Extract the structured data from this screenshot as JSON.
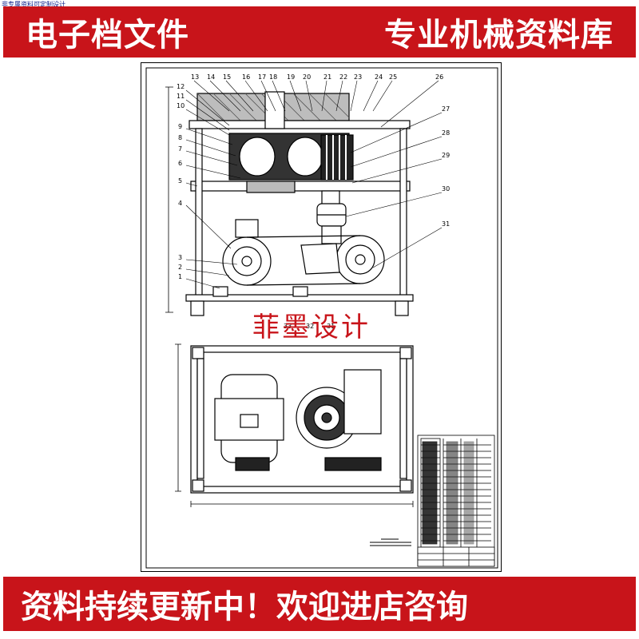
{
  "caption": "非专属资料可定制设计",
  "banner_top": {
    "left_text": "电子档文件",
    "right_text": "专业机械资料库"
  },
  "banner_bottom": {
    "text": "资料持续更新中！欢迎进店咨询"
  },
  "watermark": "菲墨设计",
  "colors": {
    "banner": "#c8141a",
    "watermark": "#c8141a",
    "caption": "#0b1f8a"
  },
  "drawing": {
    "top_labels": [
      "13",
      "14",
      "15",
      "16",
      "17",
      "18",
      "19",
      "20",
      "21",
      "22",
      "23",
      "24",
      "25",
      "26"
    ],
    "left_labels": [
      "12",
      "11",
      "10",
      "9",
      "8",
      "7",
      "6",
      "5",
      "4",
      "3",
      "2",
      "1"
    ],
    "right_labels": [
      "27",
      "28",
      "29",
      "30",
      "31"
    ],
    "bottom_labels": [
      "33",
      "32",
      "31"
    ]
  }
}
